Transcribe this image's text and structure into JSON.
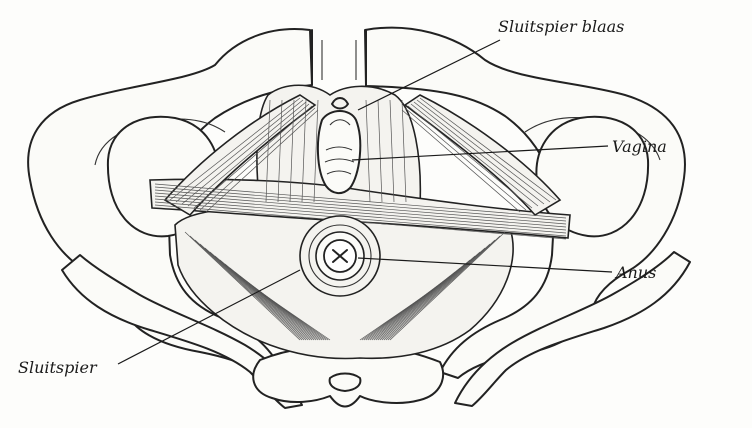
{
  "labels": {
    "bladder_sphincter": "Sluitspier blaas",
    "vagina": "Vagina",
    "anus": "Anus",
    "sphincter": "Sluitspier"
  }
}
